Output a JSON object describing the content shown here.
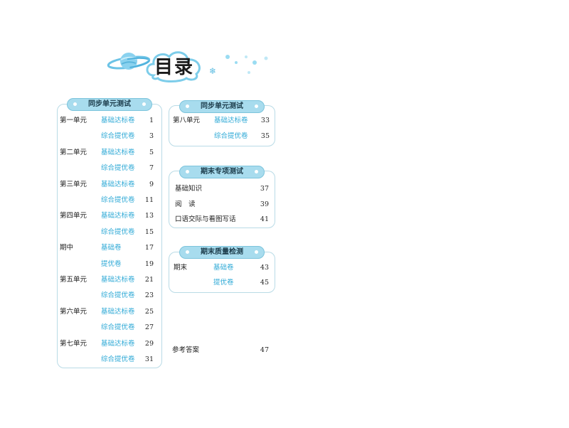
{
  "title": "目录",
  "left_section": {
    "header": "同步单元测试",
    "rows": [
      {
        "unit": "第一单元",
        "kind": "基础达标卷",
        "page": "1"
      },
      {
        "unit": "",
        "kind": "综合提优卷",
        "page": "3"
      },
      {
        "unit": "第二单元",
        "kind": "基础达标卷",
        "page": "5"
      },
      {
        "unit": "",
        "kind": "综合提优卷",
        "page": "7"
      },
      {
        "unit": "第三单元",
        "kind": "基础达标卷",
        "page": "9"
      },
      {
        "unit": "",
        "kind": "综合提优卷",
        "page": "11"
      },
      {
        "unit": "第四单元",
        "kind": "基础达标卷",
        "page": "13"
      },
      {
        "unit": "",
        "kind": "综合提优卷",
        "page": "15"
      },
      {
        "unit": "期中",
        "kind": "基础卷",
        "page": "17"
      },
      {
        "unit": "",
        "kind": "提优卷",
        "page": "19"
      },
      {
        "unit": "第五单元",
        "kind": "基础达标卷",
        "page": "21"
      },
      {
        "unit": "",
        "kind": "综合提优卷",
        "page": "23"
      },
      {
        "unit": "第六单元",
        "kind": "基础达标卷",
        "page": "25"
      },
      {
        "unit": "",
        "kind": "综合提优卷",
        "page": "27"
      },
      {
        "unit": "第七单元",
        "kind": "基础达标卷",
        "page": "29"
      },
      {
        "unit": "",
        "kind": "综合提优卷",
        "page": "31"
      }
    ]
  },
  "right_sync_section": {
    "header": "同步单元测试",
    "rows": [
      {
        "unit": "第八单元",
        "kind": "基础达标卷",
        "page": "33"
      },
      {
        "unit": "",
        "kind": "综合提优卷",
        "page": "35"
      }
    ]
  },
  "special_section": {
    "header": "期末专项测试",
    "rows": [
      {
        "label": "基础知识",
        "page": "37"
      },
      {
        "label": "阅　读",
        "page": "39"
      },
      {
        "label": "口语交际与看图写话",
        "page": "41"
      }
    ]
  },
  "final_section": {
    "header": "期末质量检测",
    "rows": [
      {
        "unit": "期末",
        "kind": "基础卷",
        "page": "43"
      },
      {
        "unit": "",
        "kind": "提优卷",
        "page": "45"
      }
    ]
  },
  "answers": {
    "label": "参考答案",
    "page": "47"
  },
  "colors": {
    "accent": "#2ea9d6",
    "header_bg": "#a8dcee",
    "border": "#b9dbe6"
  }
}
